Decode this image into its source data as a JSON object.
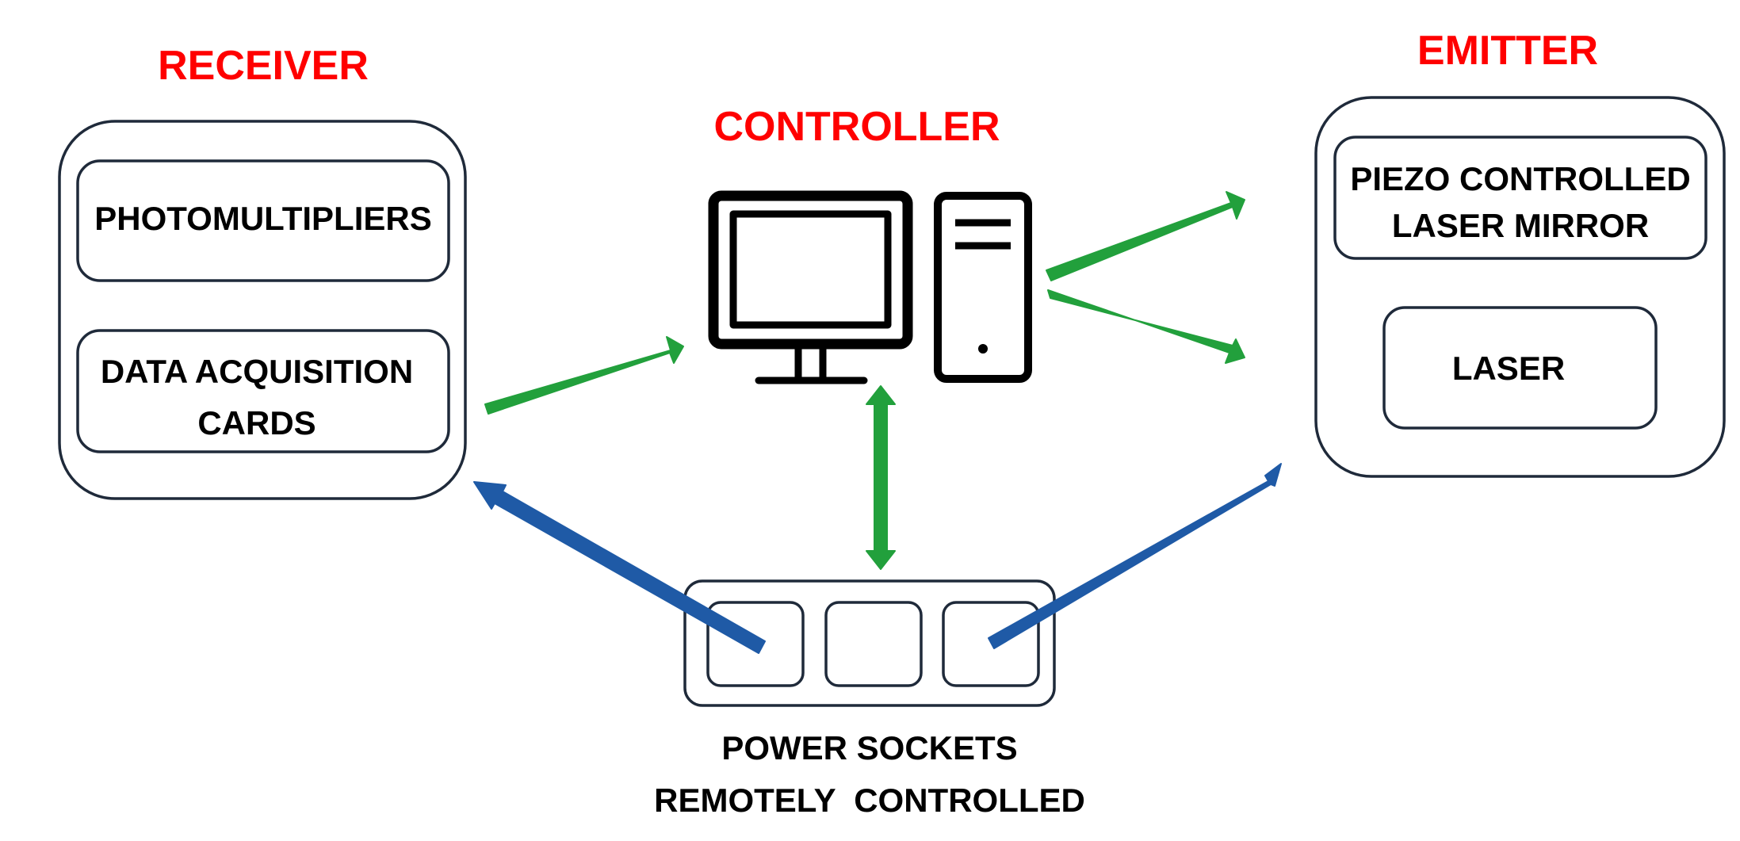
{
  "colors": {
    "heading": "#ff0000",
    "text": "#000000",
    "box_outline": "#1f2a3a",
    "data_arrow": "#22a03c",
    "power_arrow": "#1f5aa6"
  },
  "receiver": {
    "title": "RECEIVER",
    "components": {
      "photomultipliers": "PHOTOMULTIPLIERS",
      "daq_line1": "DATA ACQUISITION",
      "daq_line2": "CARDS"
    }
  },
  "controller": {
    "title": "CONTROLLER",
    "icons": {
      "monitor": "monitor-icon",
      "tower": "pc-tower-icon"
    }
  },
  "emitter": {
    "title": "EMITTER",
    "components": {
      "mirror_line1": "PIEZO CONTROLLED",
      "mirror_line2": "LASER MIRROR",
      "laser": "LASER"
    }
  },
  "power": {
    "socket_count": 3,
    "caption_line1": "POWER SOCKETS",
    "caption_line2": "REMOTELY  CONTROLLED"
  },
  "connections": [
    {
      "from": "receiver",
      "to": "controller",
      "kind": "data",
      "direction": "one-way"
    },
    {
      "from": "controller",
      "to": "emitter-mirror",
      "kind": "data",
      "direction": "one-way"
    },
    {
      "from": "controller",
      "to": "emitter-laser",
      "kind": "data",
      "direction": "one-way"
    },
    {
      "from": "controller",
      "to": "power-sockets",
      "kind": "data",
      "direction": "two-way"
    },
    {
      "from": "power-sockets",
      "to": "receiver",
      "kind": "power",
      "direction": "one-way"
    },
    {
      "from": "power-sockets",
      "to": "emitter",
      "kind": "power",
      "direction": "one-way"
    }
  ]
}
